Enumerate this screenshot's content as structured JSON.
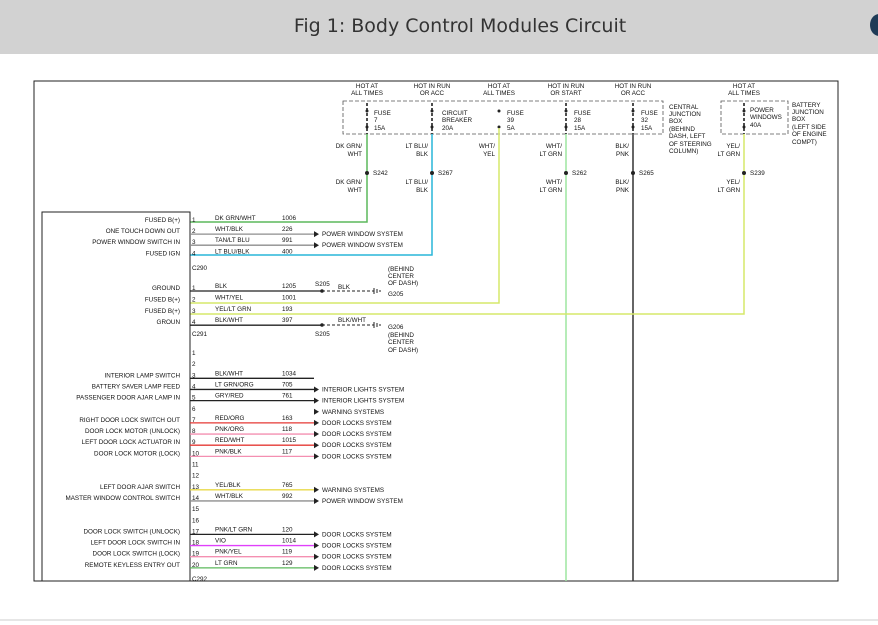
{
  "header": {
    "title": "Fig 1: Body Control Modules Circuit"
  },
  "colors": {
    "titlebar": "#d2d2d2",
    "green": "#5cb85c",
    "cyan": "#29b6d9",
    "yellowgreen": "#d6e86a",
    "ltgreen": "#9ee6a0",
    "black": "#222222",
    "red": "#e53935",
    "pink": "#f48fb1",
    "magenta": "#e040fb",
    "yellow": "#e8d94a",
    "gray": "#8d8d8d"
  },
  "top_labels": [
    {
      "line1": "HOT AT",
      "line2": "ALL TIMES"
    },
    {
      "line1": "HOT IN RUN",
      "line2": "OR ACC"
    },
    {
      "line1": "HOT AT",
      "line2": "ALL TIMES"
    },
    {
      "line1": "HOT IN RUN",
      "line2": "OR START"
    },
    {
      "line1": "HOT IN RUN",
      "line2": "OR ACC"
    },
    {
      "line1": "HOT AT",
      "line2": "ALL TIMES"
    }
  ],
  "fuses": [
    {
      "l1": "FUSE",
      "l2": "7",
      "l3": "15A"
    },
    {
      "l1": "CIRCUIT",
      "l2": "BREAKER",
      "l3": "20A"
    },
    {
      "l1": "FUSE",
      "l2": "39",
      "l3": "5A"
    },
    {
      "l1": "FUSE",
      "l2": "28",
      "l3": "15A"
    },
    {
      "l1": "FUSE",
      "l2": "32",
      "l3": "15A"
    },
    {
      "l1": "POWER",
      "l2": "WINDOWS",
      "l3": "40A"
    }
  ],
  "cjb_text": [
    "CENTRAL",
    "JUNCTION",
    "BOX",
    "(BEHIND",
    "DASH, LEFT",
    "OF STEERING",
    "COLUMN)"
  ],
  "bjb_text": [
    "BATTERY",
    "JUNCTION",
    "BOX",
    "(LEFT SIDE",
    "OF ENGINE",
    "COMPT)"
  ],
  "wire_upper": [
    {
      "l1": "DK GRN/",
      "l2": "WHT"
    },
    {
      "l1": "LT BLU/",
      "l2": "BLK"
    },
    {
      "l1": "WHT/",
      "l2": "YEL"
    },
    {
      "l1": "WHT/",
      "l2": "LT GRN"
    },
    {
      "l1": "BLK/",
      "l2": "PNK"
    },
    {
      "l1": "YEL/",
      "l2": "LT GRN"
    }
  ],
  "wire_lower": [
    {
      "l1": "DK GRN/",
      "l2": "WHT"
    },
    {
      "l1": "LT BLU/",
      "l2": "BLK"
    },
    {
      "l1": "WHT/",
      "l2": "LT GRN"
    },
    {
      "l1": "BLK/",
      "l2": "PNK"
    },
    {
      "l1": "YEL/",
      "l2": "LT GRN"
    }
  ],
  "splices": [
    "S242",
    "S267",
    "S262",
    "S265",
    "S239"
  ],
  "connector_labels": [
    "C290",
    "C291",
    "C292"
  ],
  "c290_pins": [
    {
      "func": "FUSED B(+)",
      "pin": "1",
      "color": "DK GRN/WHT",
      "circuit": "1006",
      "dest": ""
    },
    {
      "func": "ONE TOUCH DOWN OUT",
      "pin": "2",
      "color": "WHT/BLK",
      "circuit": "226",
      "dest": "POWER WINDOW SYSTEM"
    },
    {
      "func": "POWER WINDOW SWITCH IN",
      "pin": "3",
      "color": "TAN/LT BLU",
      "circuit": "991",
      "dest": "POWER WINDOW SYSTEM"
    },
    {
      "func": "FUSED IGN",
      "pin": "4",
      "color": "LT BLU/BLK",
      "circuit": "400",
      "dest": ""
    }
  ],
  "c291_pins": [
    {
      "func": "GROUND",
      "pin": "1",
      "color": "BLK",
      "circuit": "1205",
      "dest": ""
    },
    {
      "func": "FUSED B(+)",
      "pin": "2",
      "color": "WHT/YEL",
      "circuit": "1001",
      "dest": ""
    },
    {
      "func": "FUSED B(+)",
      "pin": "3",
      "color": "YEL/LT GRN",
      "circuit": "193",
      "dest": ""
    },
    {
      "func": "GROUN",
      "pin": "4",
      "color": "BLK/WHT",
      "circuit": "397",
      "dest": ""
    }
  ],
  "ground_upper": {
    "splice": "S205",
    "wire": "BLK",
    "gnd": "G205",
    "loc": [
      "(BEHIND",
      "CENTER",
      "OF DASH)"
    ]
  },
  "ground_lower": {
    "splice": "S205",
    "wire": "BLK/WHT",
    "gnd": "G206",
    "loc": [
      "(BEHIND",
      "CENTER",
      "OF DASH)"
    ]
  },
  "c292_pins": [
    {
      "func": "",
      "pin": "1",
      "color": "",
      "circuit": "",
      "dest": ""
    },
    {
      "func": "",
      "pin": "2",
      "color": "",
      "circuit": "",
      "dest": ""
    },
    {
      "func": "INTERIOR LAMP SWITCH",
      "pin": "3",
      "color": "BLK/WHT",
      "circuit": "1034",
      "dest": ""
    },
    {
      "func": "BATTERY SAVER LAMP FEED",
      "pin": "4",
      "color": "LT GRN/ORG",
      "circuit": "705",
      "dest": "INTERIOR LIGHTS SYSTEM"
    },
    {
      "func": "PASSENGER DOOR AJAR LAMP IN",
      "pin": "5",
      "color": "GRY/RED",
      "circuit": "761",
      "dest": "INTERIOR LIGHTS SYSTEM"
    },
    {
      "func": "",
      "pin": "6",
      "color": "",
      "circuit": "",
      "dest": "WARNING SYSTEMS"
    },
    {
      "func": "RIGHT DOOR LOCK SWITCH OUT",
      "pin": "7",
      "color": "RED/ORG",
      "circuit": "163",
      "dest": "DOOR LOCKS SYSTEM"
    },
    {
      "func": "DOOR LOCK MOTOR (UNLOCK)",
      "pin": "8",
      "color": "PNK/ORG",
      "circuit": "118",
      "dest": "DOOR LOCKS SYSTEM"
    },
    {
      "func": "LEFT DOOR LOCK ACTUATOR IN",
      "pin": "9",
      "color": "RED/WHT",
      "circuit": "1015",
      "dest": "DOOR LOCKS SYSTEM"
    },
    {
      "func": "DOOR LOCK MOTOR (LOCK)",
      "pin": "10",
      "color": "PNK/BLK",
      "circuit": "117",
      "dest": "DOOR LOCKS SYSTEM"
    },
    {
      "func": "",
      "pin": "11",
      "color": "",
      "circuit": "",
      "dest": ""
    },
    {
      "func": "",
      "pin": "12",
      "color": "",
      "circuit": "",
      "dest": ""
    },
    {
      "func": "LEFT DOOR AJAR SWITCH",
      "pin": "13",
      "color": "YEL/BLK",
      "circuit": "765",
      "dest": "WARNING SYSTEMS"
    },
    {
      "func": "MASTER WINDOW CONTROL SWITCH",
      "pin": "14",
      "color": "WHT/BLK",
      "circuit": "992",
      "dest": "POWER WINDOW SYSTEM"
    },
    {
      "func": "",
      "pin": "15",
      "color": "",
      "circuit": "",
      "dest": ""
    },
    {
      "func": "",
      "pin": "16",
      "color": "",
      "circuit": "",
      "dest": ""
    },
    {
      "func": "DOOR LOCK SWITCH (UNLOCK)",
      "pin": "17",
      "color": "PNK/LT GRN",
      "circuit": "120",
      "dest": "DOOR LOCKS SYSTEM"
    },
    {
      "func": "LEFT DOOR LOCK SWITCH IN",
      "pin": "18",
      "color": "VIO",
      "circuit": "1014",
      "dest": "DOOR LOCKS SYSTEM"
    },
    {
      "func": "DOOR LOCK SWITCH (LOCK)",
      "pin": "19",
      "color": "PNK/YEL",
      "circuit": "119",
      "dest": "DOOR LOCKS SYSTEM"
    },
    {
      "func": "REMOTE KEYLESS ENTRY OUT",
      "pin": "20",
      "color": "LT GRN",
      "circuit": "129",
      "dest": "DOOR LOCKS SYSTEM"
    }
  ]
}
